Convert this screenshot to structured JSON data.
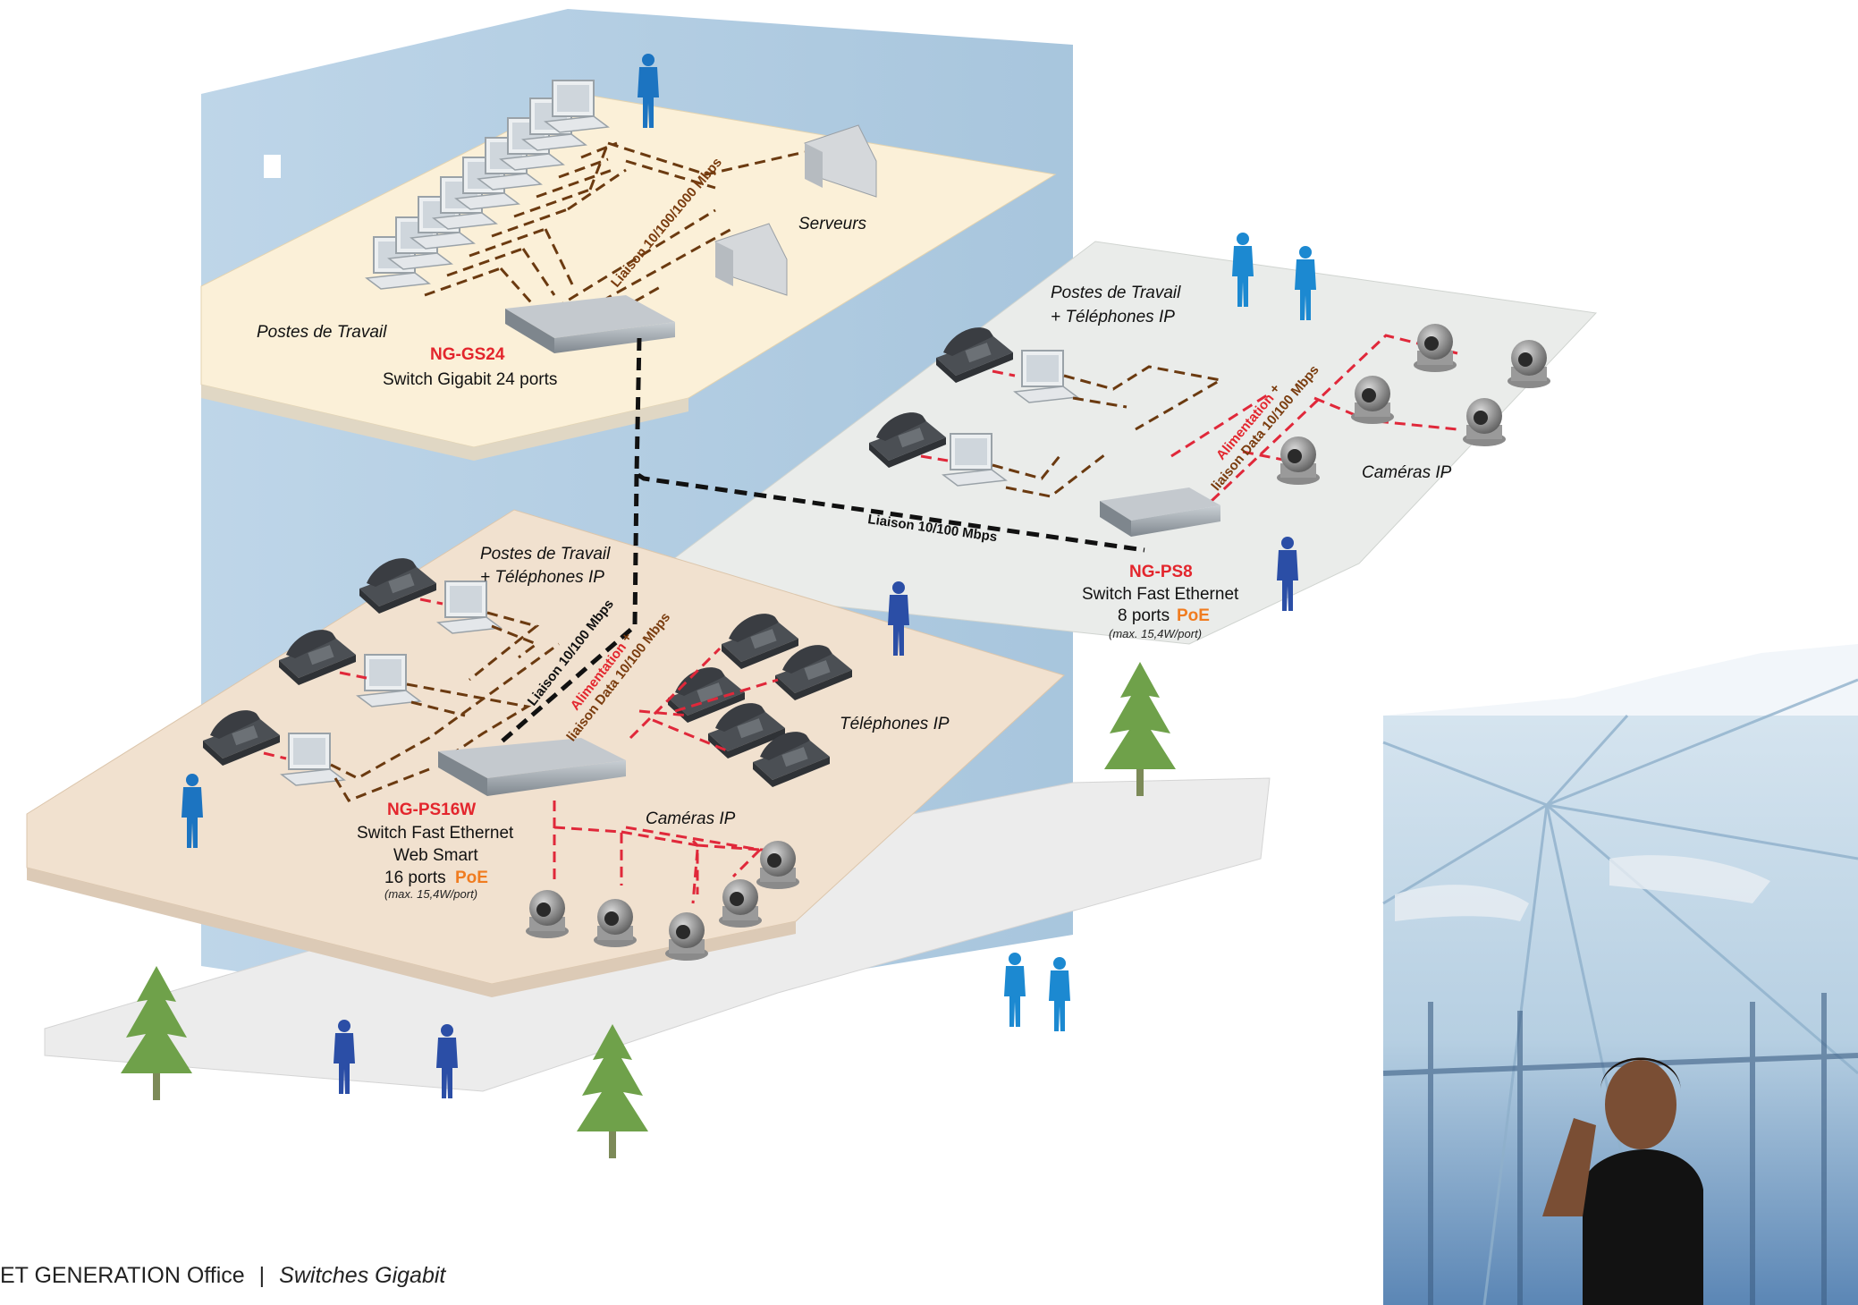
{
  "footer": {
    "brand": "ET GENERATION Office",
    "separator": "|",
    "subtitle": "Switches Gigabit"
  },
  "top_floor": {
    "workstations_label": "Postes de Travail",
    "servers_label": "Serveurs",
    "uplink_label": "Liaison 10/100/1000 Mbps",
    "switch_name": "NG-GS24",
    "switch_desc": "Switch Gigabit 24 ports"
  },
  "right_floor": {
    "workstations_label_1": "Postes de Travail",
    "workstations_label_2": "+ Téléphones IP",
    "power_label_1": "Alimentation",
    "power_label_plus": "+",
    "power_label_2": "liaison Data 10/100 Mbps",
    "cameras_label": "Caméras IP",
    "backbone_label": "Liaison 10/100 Mbps",
    "switch_name": "NG-PS8",
    "switch_desc_1": "Switch Fast Ethernet",
    "switch_desc_2": "8 ports",
    "poe": "PoE",
    "switch_note": "(max. 15,4W/port)"
  },
  "mid_floor": {
    "workstations_label_1": "Postes de Travail",
    "workstations_label_2": "+ Téléphones IP",
    "uplink_label": "Liaison 10/100 Mbps",
    "power_label_1": "Alimentation",
    "power_label_plus": "+",
    "power_label_2": "liaison Data 10/100 Mbps",
    "phones_label": "Téléphones IP",
    "cameras_label": "Caméras IP",
    "switch_name": "NG-PS16W",
    "switch_desc_1": "Switch Fast Ethernet",
    "switch_desc_2": "Web Smart",
    "switch_desc_3": "16 ports",
    "poe": "PoE",
    "switch_note": "(max. 15,4W/port)"
  },
  "colors": {
    "red": "#e3262d",
    "orange": "#f07c20",
    "brown": "#6b3a10",
    "building": "#a9c6dd"
  }
}
